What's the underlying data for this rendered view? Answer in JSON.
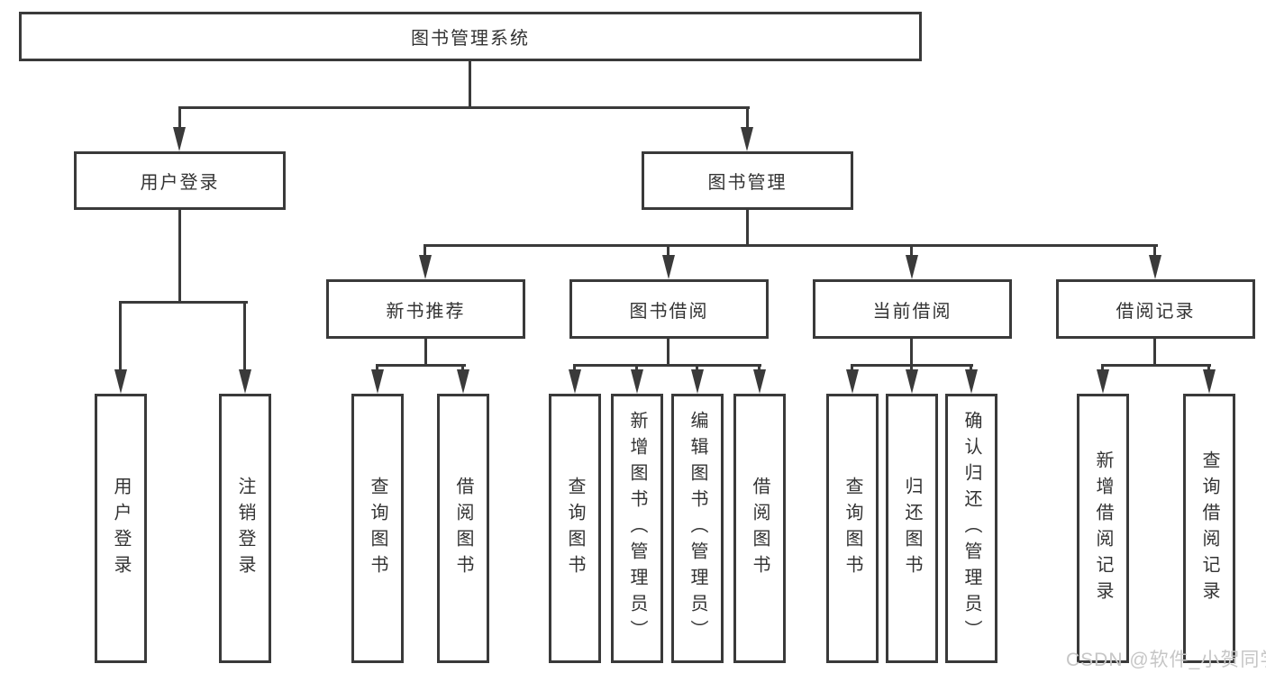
{
  "diagram": {
    "title": {
      "label": "图书管理系统"
    },
    "level2": [
      {
        "label": "用户登录"
      },
      {
        "label": "图书管理"
      }
    ],
    "level3": [
      {
        "label": "新书推荐"
      },
      {
        "label": "图书借阅"
      },
      {
        "label": "当前借阅"
      },
      {
        "label": "借阅记录"
      }
    ],
    "leaves": {
      "user_login": [
        "用户登录",
        "注销登录"
      ],
      "new_book": [
        "查询图书",
        "借阅图书"
      ],
      "book_borrow": [
        "查询图书",
        "新增图书（管理员）",
        "编辑图书（管理员）",
        "借阅图书"
      ],
      "current_borrow": [
        "查询图书",
        "归还图书",
        "确认归还（管理员）"
      ],
      "borrow_record": [
        "新增借阅记录",
        "查询借阅记录"
      ]
    }
  },
  "watermark": {
    "text": "CSDN @软件_小贺同学"
  },
  "colors": {
    "line": "#3a3a3a",
    "text": "#333333",
    "box_background": "#ffffff",
    "watermark": "#c6c6c6"
  }
}
